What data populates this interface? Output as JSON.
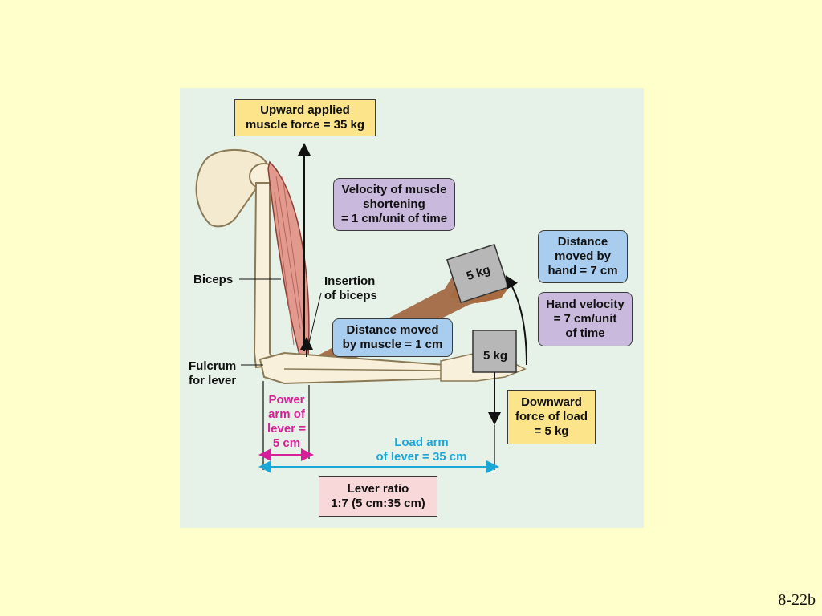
{
  "figure": {
    "muscle_force_box": {
      "line1": "Upward applied",
      "line2": "muscle force = 35 kg"
    },
    "velocity_muscle_box": {
      "line1": "Velocity of muscle",
      "line2": "shortening",
      "line3": "= 1 cm/unit of time"
    },
    "distance_hand_box": {
      "line1": "Distance",
      "line2": "moved by",
      "line3": "hand = 7 cm"
    },
    "hand_velocity_box": {
      "line1": "Hand velocity",
      "line2": "= 7 cm/unit",
      "line3": "of time"
    },
    "distance_muscle_box": {
      "line1": "Distance moved",
      "line2": "by muscle = 1 cm"
    },
    "load_force_box": {
      "line1": "Downward",
      "line2": "force of load",
      "line3": "= 5 kg"
    },
    "lever_ratio_box": {
      "line1": "Lever ratio",
      "line2": "1:7 (5 cm:35 cm)"
    },
    "labels": {
      "biceps": "Biceps",
      "insertion_line1": "Insertion",
      "insertion_line2": "of biceps",
      "fulcrum_line1": "Fulcrum",
      "fulcrum_line2": "for lever"
    },
    "power_arm": {
      "line1": "Power",
      "line2": "arm of",
      "line3": "lever =",
      "line4": "5 cm"
    },
    "load_arm": {
      "line1": "Load arm",
      "line2": "of lever = 35 cm"
    },
    "weight_raised": "5 kg",
    "weight_lowered": "5 kg"
  },
  "slide_id": "8-22b",
  "colors": {
    "background": "#FFFFCC",
    "figure_background": "#E6F2E8",
    "power_arm": "#D6209A",
    "load_arm": "#1BA8D8"
  }
}
